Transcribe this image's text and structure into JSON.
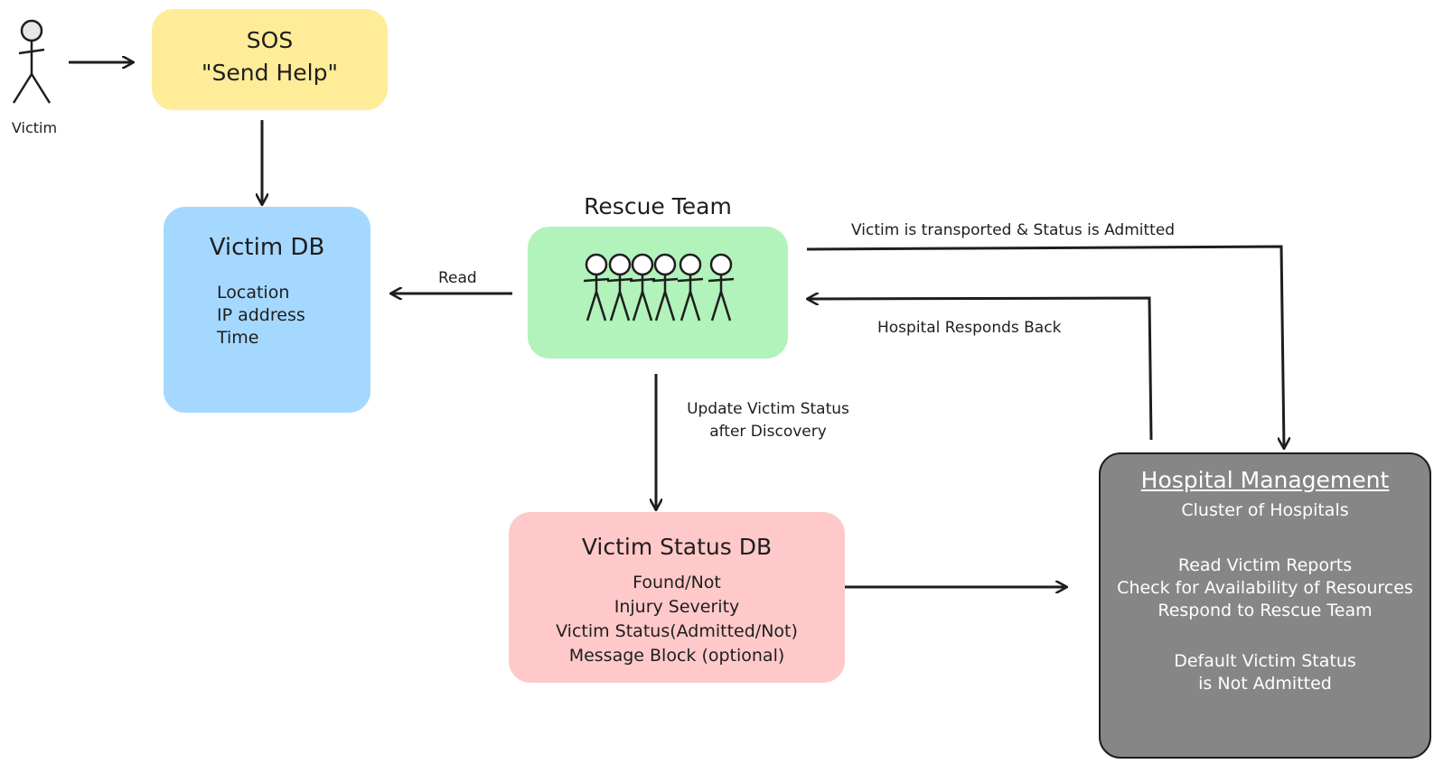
{
  "actor": {
    "label": "Victim"
  },
  "sos": {
    "title": "SOS",
    "subtitle": "\"Send Help\"",
    "color": "#ffec99"
  },
  "victim_db": {
    "title": "Victim DB",
    "fields": [
      "Location",
      "IP address",
      "Time"
    ],
    "color": "#a5d8ff"
  },
  "rescue_team": {
    "title": "Rescue Team",
    "member_count": 6,
    "color": "#b2f2bb"
  },
  "victim_status_db": {
    "title": "Victim Status DB",
    "fields": [
      "Found/Not",
      "Injury Severity",
      "Victim Status(Admitted/Not)",
      "Message Block (optional)"
    ],
    "color": "#ffc9c9"
  },
  "hospital": {
    "title": "Hospital Management",
    "subtitle": "Cluster of Hospitals",
    "tasks": [
      "Read Victim Reports",
      "Check for Availability of Resources",
      "Respond to Rescue Team"
    ],
    "default_status": [
      "Default Victim Status",
      "is Not Admitted"
    ],
    "color": "#868686"
  },
  "edges": {
    "read": "Read",
    "update_line1": "Update Victim Status",
    "update_line2": "after Discovery",
    "transported": "Victim is transported & Status is Admitted",
    "responds": "Hospital Responds Back"
  }
}
